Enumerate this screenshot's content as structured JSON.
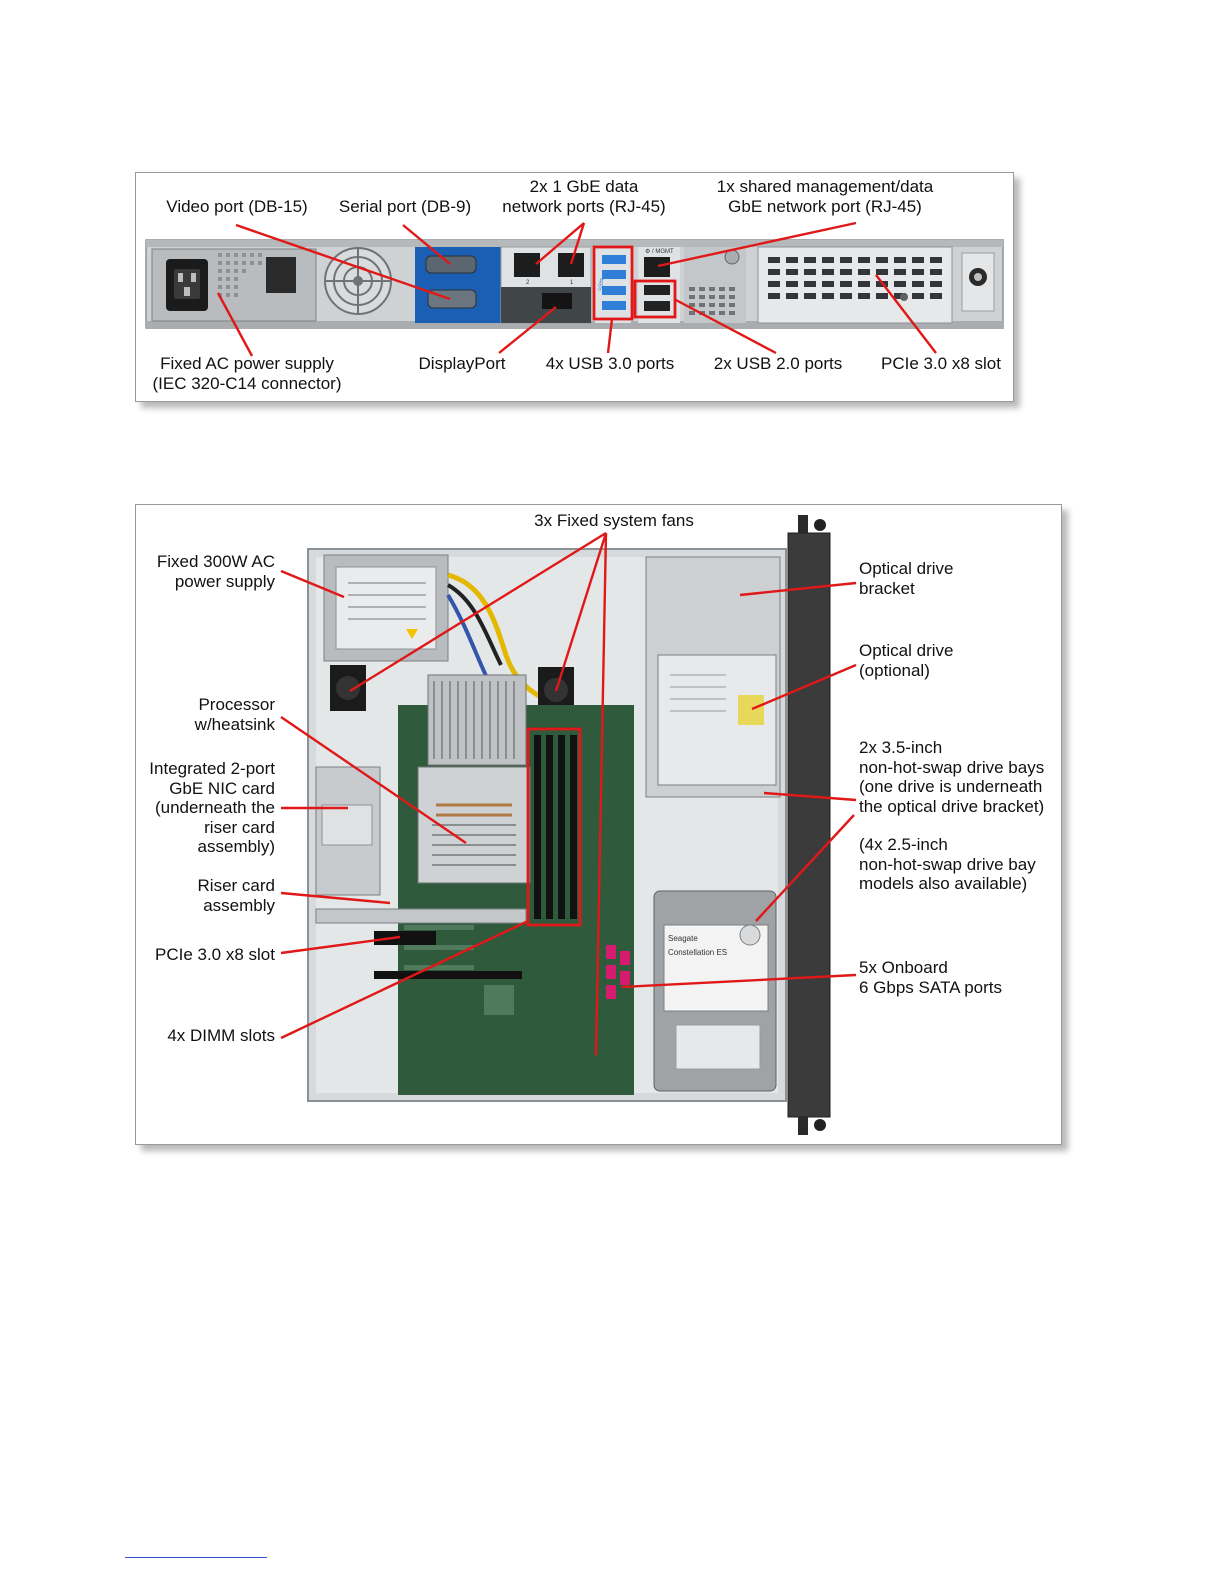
{
  "rear_view": {
    "labels": {
      "video_port": "Video port (DB-15)",
      "serial_port": "Serial port (DB-9)",
      "gbe_data_line1": "2x 1 GbE data",
      "gbe_data_line2": "network ports (RJ-45)",
      "shared_mgmt_line1": "1x shared management/data",
      "shared_mgmt_line2": "GbE network port (RJ-45)",
      "ac_power_line1": "Fixed AC power supply",
      "ac_power_line2": "(IEC 320-C14 connector)",
      "displayport": "DisplayPort",
      "usb3": "4x USB 3.0 ports",
      "usb2": "2x USB 2.0 ports",
      "pcie_slot": "PCIe 3.0 x8 slot"
    },
    "panel_marks": {
      "mgmt": "⚙ / MGMT",
      "port1": "1",
      "port2": "2",
      "usb_ss": "SS⇆"
    }
  },
  "top_view": {
    "labels": {
      "fans": "3x Fixed system fans",
      "psu_line1": "Fixed 300W AC",
      "psu_line2": "power supply",
      "processor_line1": "Processor",
      "processor_line2": "w/heatsink",
      "nic_line1": "Integrated 2-port",
      "nic_line2": "GbE NIC card",
      "nic_line3": "(underneath the",
      "nic_line4": "riser card",
      "nic_line5": "assembly)",
      "riser_line1": "Riser card",
      "riser_line2": "assembly",
      "pcie_slot": "PCIe 3.0 x8 slot",
      "dimm": "4x DIMM  slots",
      "optical_bracket_line1": "Optical drive",
      "optical_bracket_line2": "bracket",
      "optical_drive_line1": "Optical drive",
      "optical_drive_line2": "(optional)",
      "bays_line1": "2x 3.5-inch",
      "bays_line2": "non-hot-swap drive bays",
      "bays_line3": "(one drive is underneath",
      "bays_line4": "the optical drive bracket)",
      "bays_alt_line1": "(4x 2.5-inch",
      "bays_alt_line2": "non-hot-swap drive bay",
      "bays_alt_line3": "models also available)",
      "sata_line1": "5x Onboard",
      "sata_line2": "6 Gbps SATA ports"
    },
    "component_marks": {
      "hdd_brand": "Seagate",
      "hdd_model": "Constellation ES"
    }
  },
  "colors": {
    "callout_red": "#e01818",
    "io_blue": "#1a5fb4",
    "usb3_blue": "#2f7fd8",
    "chassis_grey": "#c9ccce",
    "board_green": "#2f5a3c",
    "footnote_rule": "#3355cc"
  }
}
